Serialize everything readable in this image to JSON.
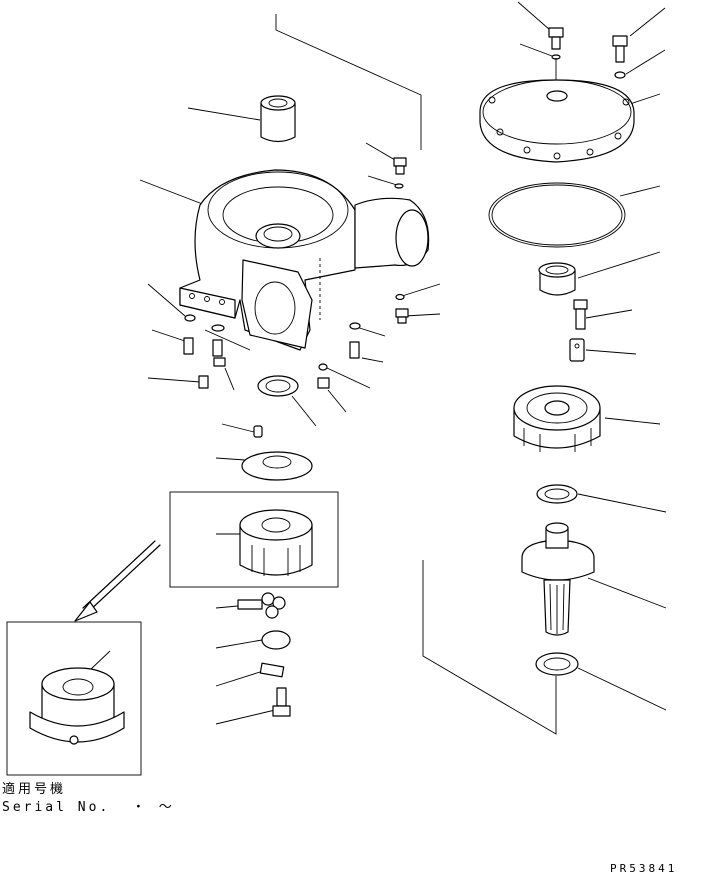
{
  "notes": {
    "applicable_models_label": "適用号機",
    "serial_text": "Serial No.  ・ ～"
  },
  "drawing_code": "PR53841",
  "colors": {
    "line": "#000000",
    "background": "#ffffff"
  }
}
